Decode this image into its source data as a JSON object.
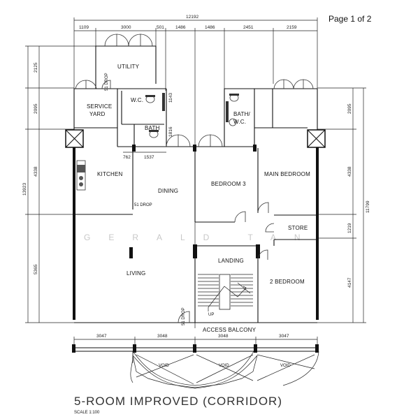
{
  "page_indicator": "Page 1 of 2",
  "watermark": "GERALD TAN",
  "title": "5-ROOM IMPROVED (CORRIDOR)",
  "scale": "SCALE 1:100",
  "dimensions": {
    "overall_top": "12192",
    "top": [
      "1109",
      "3000",
      "501",
      "1486",
      "1486",
      "2451",
      "2159"
    ],
    "left": [
      "2125",
      "2095",
      "4338",
      "5365"
    ],
    "left_overall": "13923",
    "right": [
      "2095",
      "4338",
      "1219",
      "4147"
    ],
    "right_overall": "11799",
    "bottom": [
      "3047",
      "3048",
      "3048",
      "3047"
    ],
    "inner": [
      "1143",
      "1816",
      "762",
      "1537"
    ]
  },
  "rooms": {
    "utility": "UTILITY",
    "service": "SERVICE",
    "yard": "YARD",
    "wc": "W.C.",
    "bath": "BATH",
    "bath_wc_1": "BATH/",
    "bath_wc_2": "W.C.",
    "kitchen": "KITCHEN",
    "dining": "DINING",
    "bedroom3": "BEDROOM 3",
    "main_bedroom": "MAIN BEDROOM",
    "store": "STORE",
    "landing": "LANDING",
    "living": "LIVING",
    "bedroom2": "2 BEDROOM",
    "access_balcony": "ACCESS   BALCONY",
    "up": "UP",
    "void": "VOID"
  },
  "drop_labels": {
    "dining_drop": "51 DROP",
    "living_drop": "51 DROP",
    "yard_drop": "51 DROP"
  }
}
